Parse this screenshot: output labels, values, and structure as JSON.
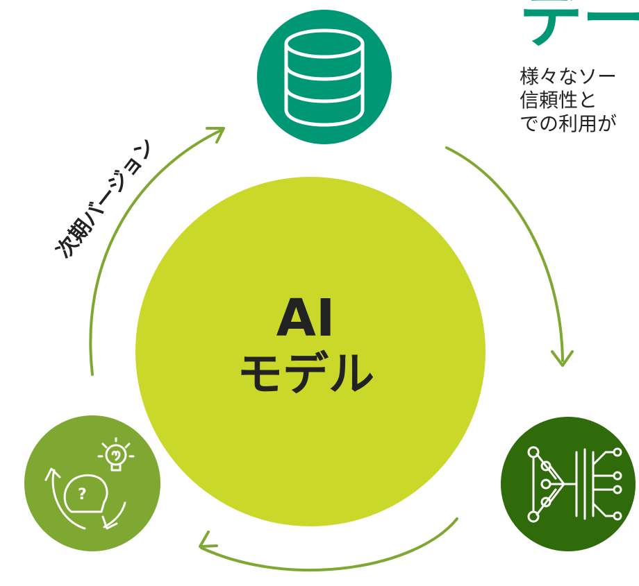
{
  "colors": {
    "center_circle": "#cad82a",
    "data_circle": "#009774",
    "network_circle": "#2f6b0a",
    "idea_circle": "#7ea831",
    "arrow": "#7ea831",
    "heading": "#009774",
    "text": "#222222"
  },
  "heading": {
    "text": "デー"
  },
  "description": {
    "lines": [
      "様々なソー",
      "信頼性と",
      "での利用が"
    ]
  },
  "center": {
    "line1": "AI",
    "line2": "モデル"
  },
  "cycle_label": "次期バージョン",
  "nodes": [
    {
      "name": "data",
      "icon": "database-icon"
    },
    {
      "name": "network",
      "icon": "neural-network-icon"
    },
    {
      "name": "idea",
      "icon": "idea-cycle-icon"
    }
  ]
}
